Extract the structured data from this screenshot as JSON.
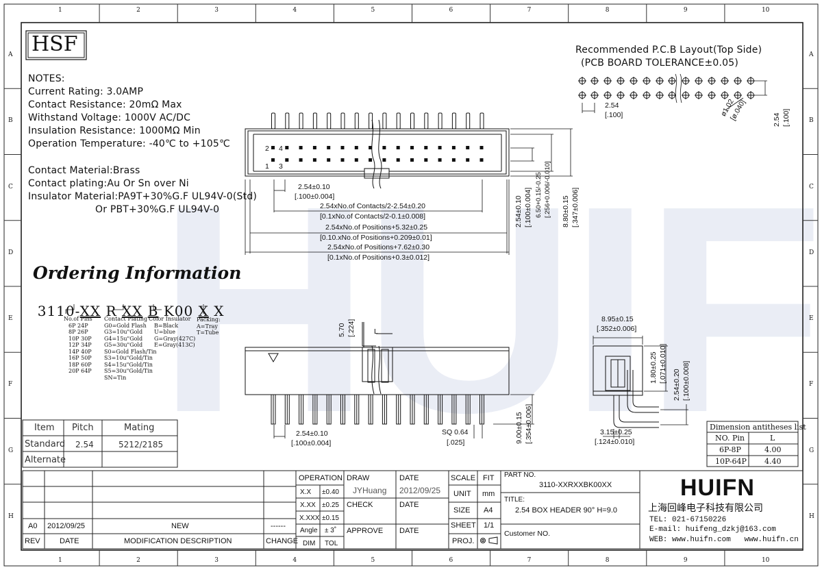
{
  "frame": {
    "top_numbers": [
      "1",
      "2",
      "3",
      "4",
      "5",
      "6",
      "7",
      "8",
      "9",
      "10"
    ],
    "side_letters": [
      "A",
      "B",
      "C",
      "D",
      "E",
      "F",
      "G",
      "H"
    ]
  },
  "logo_text": "HSF",
  "notes": {
    "heading": "NOTES:",
    "lines": [
      "Current Rating: 3.0AMP",
      "Contact Resistance: 20mΩ Max",
      "Withstand Voltage: 1000V AC/DC",
      "Insulation Resistance: 1000MΩ Min",
      "Operation Temperature: -40℃ to +105℃"
    ],
    "material_lines": [
      "Contact Material:Brass",
      "Contact plating:Au Or Sn over Ni",
      "Insulator Material:PA9T+30%G.F UL94V-0(Std)",
      "Or PBT+30%G.F UL94V-0"
    ]
  },
  "pcb": {
    "title": "Recommended P.C.B Layout(Top Side)",
    "subtitle": "(PCB BOARD TOLERANCE±0.05)",
    "pitch_mm": "2.54",
    "pitch_in": "[.100]",
    "hole_mm": "ø1.02",
    "hole_in": "[ø.040]",
    "row_mm": "2.54",
    "row_in": "[.100]"
  },
  "top_view": {
    "pin_labels": [
      "2",
      "4",
      "1",
      "3"
    ],
    "dims": [
      "2.54±0.10",
      "[.100±0.004]",
      "2.54xNo.of Contacts/2-2.54±0.20",
      "[0.1xNo.of Contacts/2-0.1±0.008]",
      "2.54xNo.of Positions+5.32±0.25",
      "[0.10.xNo.of Positions+0.209±0.01]",
      "2.54xNo.of Positions+7.62±0.30",
      "[0.1xNo.of Positions+0.3±0.012]"
    ],
    "vdims": [
      "2.54±0.10",
      "[.100±0.004]",
      "6.50+0.15/-0.25",
      "[.256+0.006/-0.010]",
      "8.80±0.15",
      "[.347±0.006]"
    ]
  },
  "ordering": {
    "title": "Ordering Information",
    "code": [
      "3110-",
      "XX",
      " R ",
      "XX",
      " ",
      "B",
      " K00 ",
      "X",
      " ",
      "X"
    ],
    "pins": {
      "title": "No.of Pins",
      "rows": [
        "6P  24P",
        "8P  26P",
        "10P  30P",
        "12P  34P",
        "14P  40P",
        "16P  50P",
        "18P  60P",
        "20P  64P"
      ]
    },
    "plating": {
      "title": "Contact Plating",
      "rows": [
        "G0=Gold Flash",
        "G3=10u\"Gold",
        "G4=15u\"Gold",
        "G5=30u\"Gold",
        "S0=Gold Flash/Tin",
        "S3=10u\"Gold/Tin",
        "S4=15u\"Gold/Tin",
        "S5=30u\"Gold/Tin",
        "SN=Tin"
      ]
    },
    "color": {
      "title": "Color Insulator",
      "rows": [
        "B=Black",
        "U=blue",
        "G=Gray(427C)",
        "E=Gray(413C)"
      ]
    },
    "packing": {
      "title": "Packing:",
      "rows": [
        "A=Tray",
        "T=Tube"
      ]
    }
  },
  "front_view": {
    "dims": [
      "5.70",
      "[.224]",
      "L",
      "2.54±0.10",
      "[.100±0.004]",
      "SQ 0.64",
      "[.025]",
      "9.00±0.15",
      "[.354±0.006]"
    ]
  },
  "side_view": {
    "dims": [
      "8.95±0.15",
      "[.352±0.006]",
      "1.80±0.25",
      "[.071±0.010]",
      "2.54±0.20",
      "[.100±0.008]",
      "3.15±0.25",
      "[.124±0.010]"
    ]
  },
  "dim_table": {
    "title": "Dimension antitheses list",
    "headers": [
      "NO. Pin",
      "L"
    ],
    "rows": [
      [
        "6P-8P",
        "4.00"
      ],
      [
        "10P-64P",
        "4.40"
      ]
    ]
  },
  "mating_table": {
    "headers": [
      "Item",
      "Pitch",
      "Mating"
    ],
    "rows": [
      [
        "Standard",
        "2.54",
        "5212/2185"
      ],
      [
        "Alternate",
        "",
        ""
      ]
    ]
  },
  "title_block": {
    "rev_row": {
      "rev": "A0",
      "date": "2012/09/25",
      "desc": "NEW",
      "change": "------"
    },
    "rev_headers": [
      "REV",
      "DATE",
      "MODIFICATION DESCRIPTION",
      "CHANGE"
    ],
    "operation": "OPERATION",
    "tolerances": [
      [
        "X.X",
        "±0.40"
      ],
      [
        "X.XX",
        "±0.25"
      ],
      [
        "X.XXX",
        "±0.15"
      ],
      [
        "Angle",
        "± 3˚"
      ]
    ],
    "dim_tol": [
      "DIM",
      "TOL"
    ],
    "draw": "DRAW",
    "drawer": "JYHuang",
    "date_label": "DATE",
    "draw_date": "2012/09/25",
    "check": "CHECK",
    "approve": "APPROVE",
    "scale": "SCALE",
    "fit": "FIT",
    "unit": "UNIT",
    "unit_val": "mm",
    "size": "SIZE",
    "size_val": "A4",
    "sheet": "SHEET",
    "sheet_val": "1/1",
    "proj": "PROJ.",
    "part_no_label": "PART NO.",
    "part_no": "3110-XXRXXBK00XX",
    "title_label": "TITLE:",
    "title": "2.54 BOX HEADER 90° H=9.0",
    "customer_no": "Customer NO.",
    "company_logo": "HUIFN",
    "company_cn": "上海回峰电子科技有限公司",
    "tel": "TEL: 021-67150226",
    "email": "E-mail: huifeng_dzkj@163.com",
    "web": "WEB: www.huifn.com   www.huifn.cn"
  },
  "watermark": "HUIFN"
}
